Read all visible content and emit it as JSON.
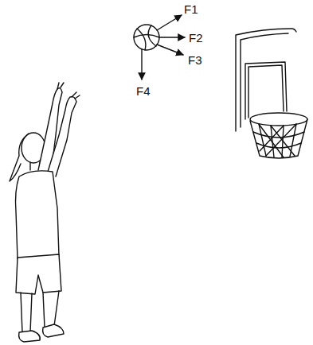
{
  "diagram": {
    "labels": [
      "F1",
      "F2",
      "F3",
      "F4"
    ]
  }
}
